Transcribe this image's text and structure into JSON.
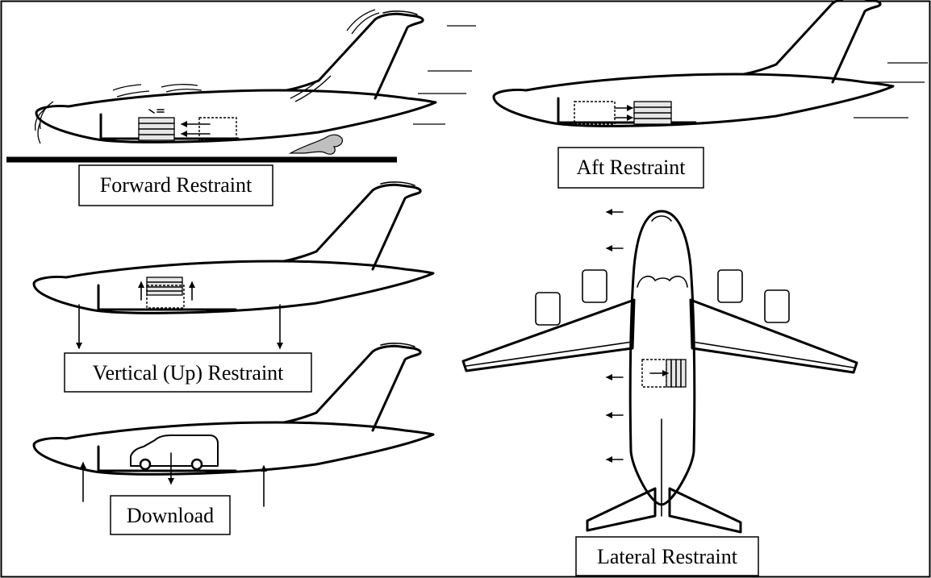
{
  "labels": {
    "forward": "Forward Restraint",
    "aft": "Aft Restraint",
    "vertical": "Vertical (Up) Restraint",
    "download": "Download",
    "lateral": "Lateral Restraint"
  }
}
